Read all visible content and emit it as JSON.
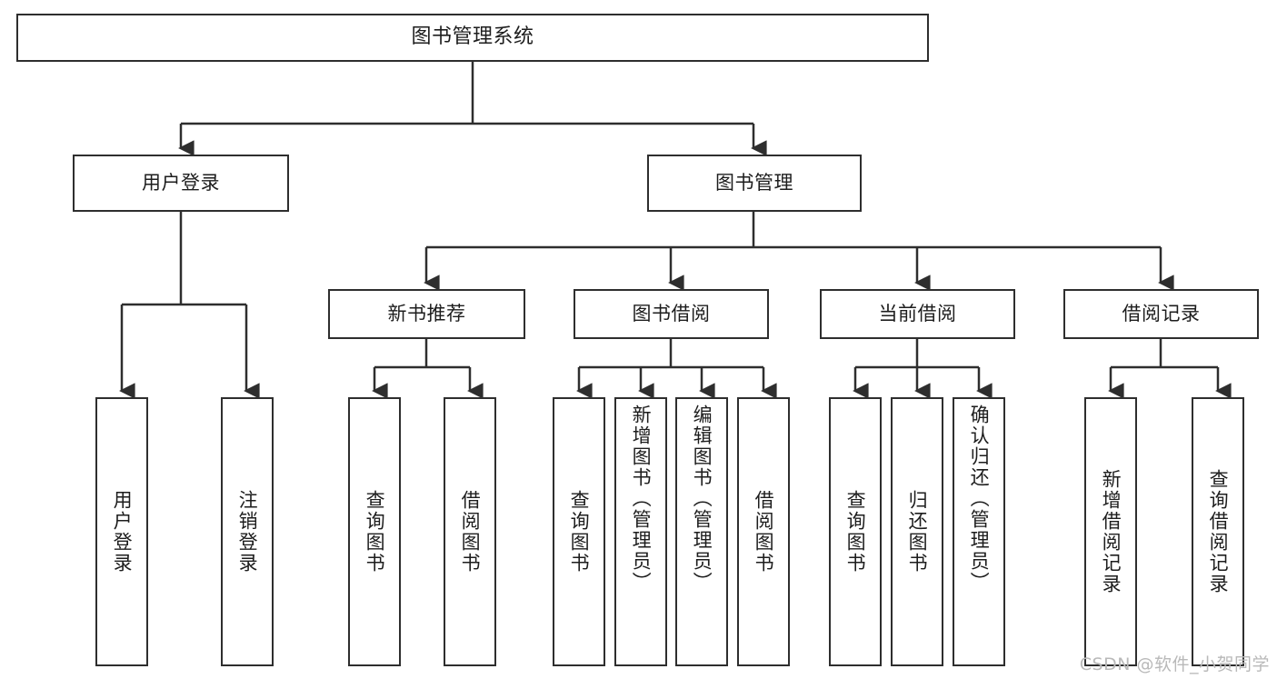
{
  "diagram": {
    "title": "图书管理系统",
    "watermark": "CSDN @软件_小贺同学",
    "line_color": "#2e2e2e",
    "box_fill": "#ffffff",
    "text_color": "#1d1d1d",
    "watermark_color": "#b9b9b9",
    "levels": {
      "level1": [
        "图书管理系统"
      ],
      "level2": [
        "用户登录",
        "图书管理"
      ],
      "level3": [
        "新书推荐",
        "图书借阅",
        "当前借阅",
        "借阅记录"
      ],
      "level4": [
        "用户登录",
        "注销登录",
        "查询图书",
        "借阅图书",
        "查询图书",
        "新增图书（管理员）",
        "编辑图书（管理员）",
        "借阅图书",
        "查询图书",
        "归还图书",
        "确认归还（管理员）",
        "新增借阅记录",
        "查询借阅记录"
      ]
    },
    "nodes": {
      "root": {
        "label": "图书管理系统"
      },
      "user_login": {
        "label": "用户登录"
      },
      "book_manage": {
        "label": "图书管理"
      },
      "new_book_rec": {
        "label": "新书推荐"
      },
      "book_borrow": {
        "label": "图书借阅"
      },
      "current_borrow": {
        "label": "当前借阅"
      },
      "borrow_record": {
        "label": "借阅记录"
      },
      "leaf_user_login": {
        "label": "用户登录"
      },
      "leaf_logout": {
        "label": "注销登录"
      },
      "leaf_query_book_a": {
        "label": "查询图书"
      },
      "leaf_borrow_book_a": {
        "label": "借阅图书"
      },
      "leaf_query_book_b": {
        "label": "查询图书"
      },
      "leaf_add_book": {
        "label": "新增图书（管理员）"
      },
      "leaf_edit_book": {
        "label": "编辑图书（管理员）"
      },
      "leaf_borrow_book_b": {
        "label": "借阅图书"
      },
      "leaf_query_book_c": {
        "label": "查询图书"
      },
      "leaf_return_book": {
        "label": "归还图书"
      },
      "leaf_confirm_return": {
        "label": "确认归还（管理员）"
      },
      "leaf_add_record": {
        "label": "新增借阅记录"
      },
      "leaf_query_record": {
        "label": "查询借阅记录"
      }
    },
    "edges": [
      {
        "from": "root",
        "to": "user_login"
      },
      {
        "from": "root",
        "to": "book_manage"
      },
      {
        "from": "user_login",
        "to": "leaf_user_login"
      },
      {
        "from": "user_login",
        "to": "leaf_logout"
      },
      {
        "from": "book_manage",
        "to": "new_book_rec"
      },
      {
        "from": "book_manage",
        "to": "book_borrow"
      },
      {
        "from": "book_manage",
        "to": "current_borrow"
      },
      {
        "from": "book_manage",
        "to": "borrow_record"
      },
      {
        "from": "new_book_rec",
        "to": "leaf_query_book_a"
      },
      {
        "from": "new_book_rec",
        "to": "leaf_borrow_book_a"
      },
      {
        "from": "book_borrow",
        "to": "leaf_query_book_b"
      },
      {
        "from": "book_borrow",
        "to": "leaf_add_book"
      },
      {
        "from": "book_borrow",
        "to": "leaf_edit_book"
      },
      {
        "from": "book_borrow",
        "to": "leaf_borrow_book_b"
      },
      {
        "from": "current_borrow",
        "to": "leaf_query_book_c"
      },
      {
        "from": "current_borrow",
        "to": "leaf_return_book"
      },
      {
        "from": "current_borrow",
        "to": "leaf_confirm_return"
      },
      {
        "from": "borrow_record",
        "to": "leaf_add_record"
      },
      {
        "from": "borrow_record",
        "to": "leaf_query_record"
      }
    ]
  }
}
